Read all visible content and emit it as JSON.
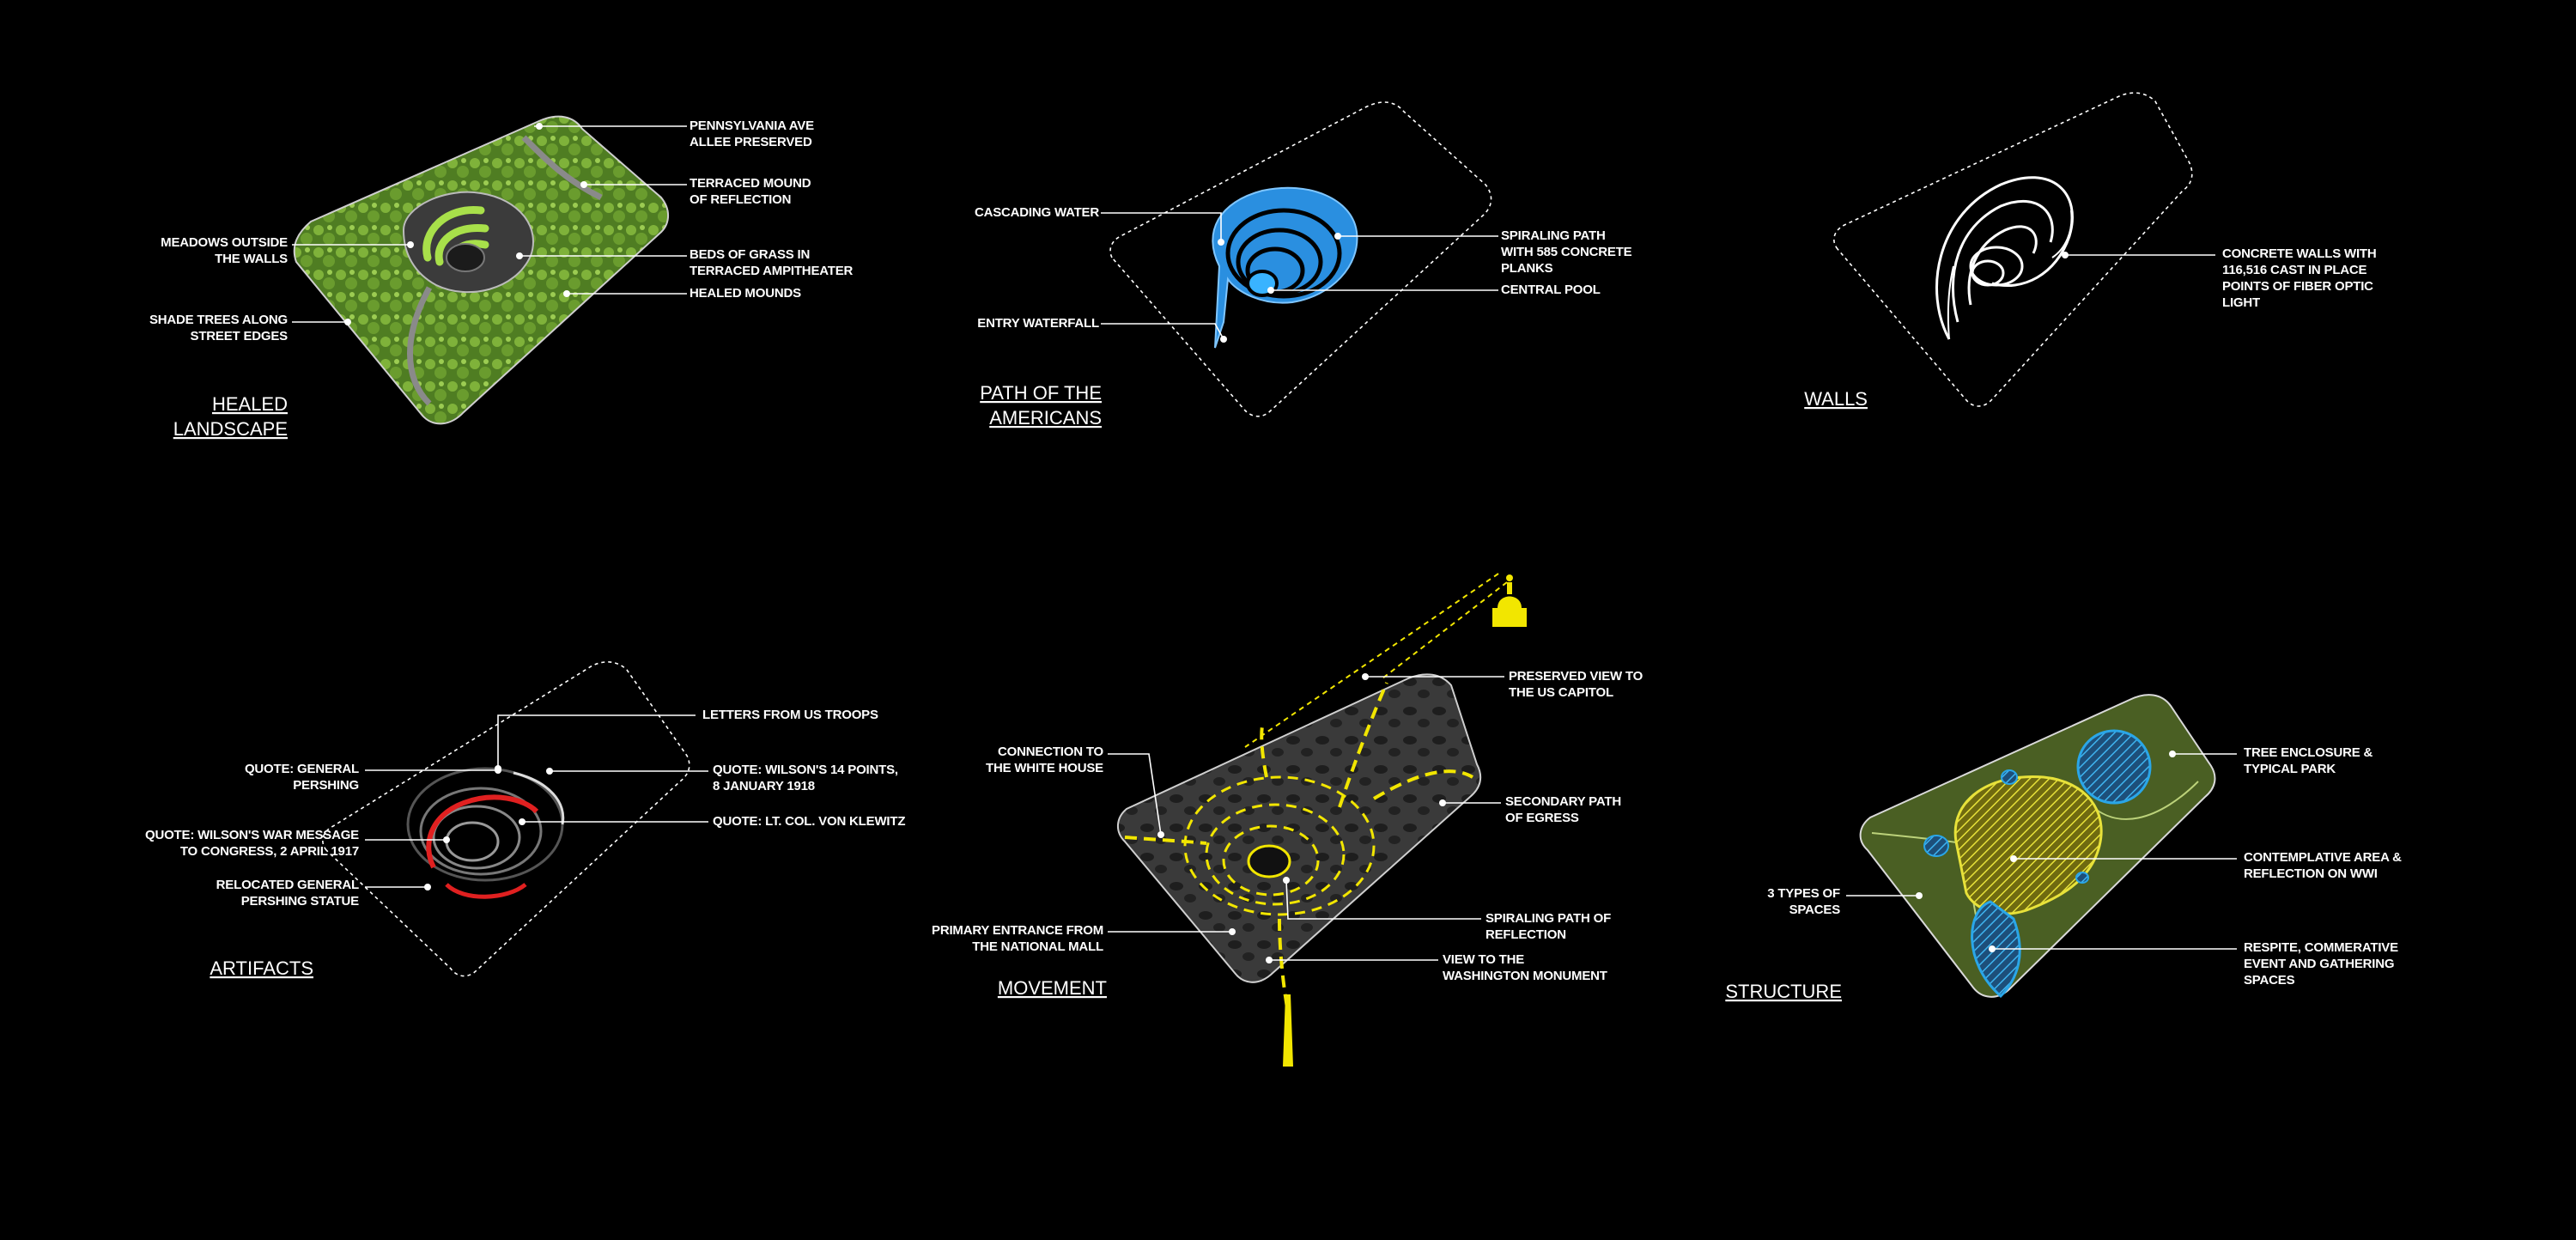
{
  "colors": {
    "background": "#000000",
    "grass": "#7fb23a",
    "grass_bright": "#a8e04a",
    "water": "#2a8fe0",
    "movement": "#f2e600",
    "artifact_red": "#e02020",
    "structure_blue": "#2aa6e8",
    "structure_yellow": "#e8e23a"
  },
  "panels": {
    "healed": {
      "title": [
        "HEALED",
        "LANDSCAPE"
      ],
      "labels": {
        "pennsylvania": [
          "PENNSYLVANIA AVE",
          "ALLEE PRESERVED"
        ],
        "terraced_mound": [
          "TERRACED MOUND",
          "OF REFLECTION"
        ],
        "beds_grass": [
          "BEDS OF GRASS IN",
          "TERRACED AMPITHEATER"
        ],
        "healed_mounds": [
          "HEALED MOUNDS"
        ],
        "meadows": [
          "MEADOWS OUTSIDE",
          "THE WALLS"
        ],
        "shade_trees": [
          "SHADE TREES ALONG",
          "STREET EDGES"
        ]
      }
    },
    "path": {
      "title": [
        "PATH OF THE",
        "AMERICANS"
      ],
      "labels": {
        "cascading": [
          "CASCADING WATER"
        ],
        "entry_waterfall": [
          "ENTRY WATERFALL"
        ],
        "spiraling": [
          "SPIRALING PATH",
          "WITH 585 CONCRETE",
          "PLANKS"
        ],
        "central_pool": [
          "CENTRAL POOL"
        ]
      }
    },
    "walls": {
      "title": [
        "WALLS"
      ],
      "labels": {
        "concrete": [
          "CONCRETE WALLS WITH",
          "116,516 CAST IN PLACE",
          "POINTS OF FIBER OPTIC",
          "LIGHT"
        ]
      }
    },
    "artifacts": {
      "title": [
        "ARTIFACTS"
      ],
      "labels": {
        "letters": [
          "LETTERS FROM US TROOPS"
        ],
        "pershing_quote": [
          "QUOTE: GENERAL",
          "PERSHING"
        ],
        "fourteen_points": [
          "QUOTE: WILSON'S 14 POINTS,",
          "8 JANUARY 1918"
        ],
        "war_message": [
          "QUOTE: WILSON'S WAR MESSAGE",
          "TO CONGRESS, 2 APRIL 1917"
        ],
        "klewitz": [
          "QUOTE: LT. COL. VON KLEWITZ"
        ],
        "statue": [
          "RELOCATED GENERAL",
          "PERSHING STATUE"
        ]
      }
    },
    "movement": {
      "title": [
        "MOVEMENT"
      ],
      "labels": {
        "white_house": [
          "CONNECTION TO",
          "THE WHITE HOUSE"
        ],
        "capitol": [
          "PRESERVED VIEW TO",
          "THE US CAPITOL"
        ],
        "egress": [
          "SECONDARY PATH",
          "OF EGRESS"
        ],
        "primary": [
          "PRIMARY ENTRANCE FROM",
          "THE NATIONAL MALL"
        ],
        "spiral": [
          "SPIRALING PATH OF",
          "REFLECTION"
        ],
        "monument": [
          "VIEW TO THE",
          "WASHINGTON MONUMENT"
        ]
      }
    },
    "structure": {
      "title": [
        "STRUCTURE"
      ],
      "labels": {
        "tree": [
          "TREE ENCLOSURE &",
          "TYPICAL PARK"
        ],
        "contemplative": [
          "CONTEMPLATIVE AREA &",
          "REFLECTION ON WWI"
        ],
        "types": [
          "3 TYPES OF",
          "SPACES"
        ],
        "respite": [
          "RESPITE, COMMERATIVE",
          "EVENT AND GATHERING",
          "SPACES"
        ]
      }
    }
  }
}
